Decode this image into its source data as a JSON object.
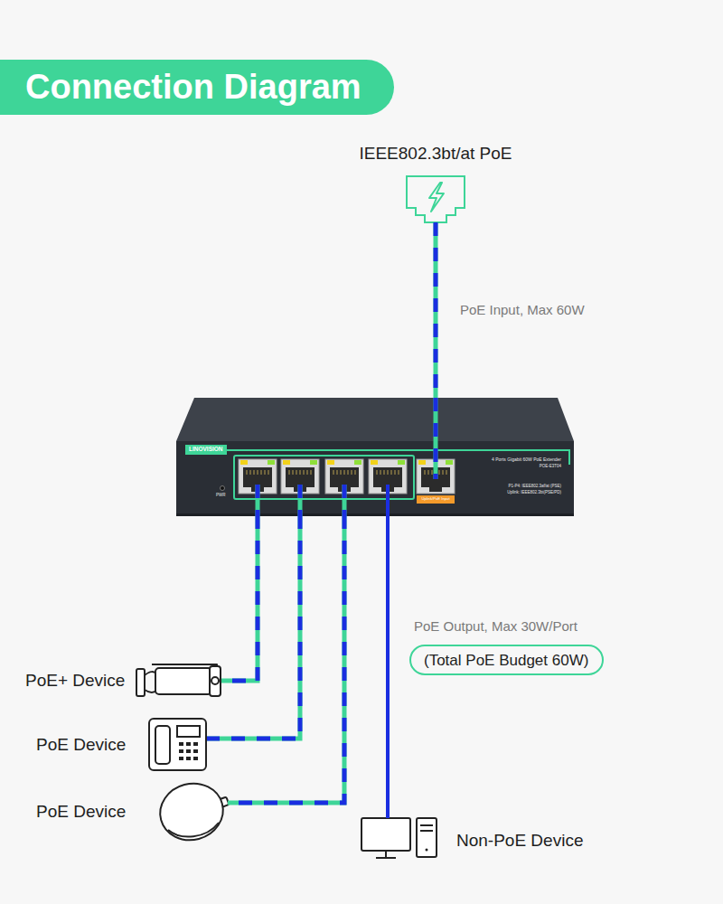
{
  "diagram": {
    "title": "Connection Diagram",
    "nodes": [
      {
        "text": [
          "IEEE802.3bt/at PoE"
        ]
      },
      {
        "text": [
          "4 Ports Gigabit 60W PoE Extender",
          "POE-E3T04",
          "P1-P4: IEEE802.3af/at (PSE)",
          "Uplink: IEEE802.3bt(PSE/PD)",
          "PWR"
        ]
      },
      {
        "text": [
          "LINOVISION"
        ],
        "in": 1
      },
      {
        "text": [
          "Uplink/PoE Input"
        ],
        "in": 1
      },
      {
        "text": [
          "(Total PoE Budget 60W)"
        ]
      },
      {
        "text": [
          "PoE+ Device"
        ]
      },
      {
        "text": [
          "PoE Device"
        ]
      },
      {
        "text": [
          "PoE Device"
        ]
      },
      {
        "text": [
          "Non-PoE Device"
        ]
      }
    ],
    "edges": [
      {
        "from": 0,
        "to": 1,
        "arrow": "none",
        "label": "PoE Input, Max 60W"
      },
      {
        "from": 1,
        "to": 5,
        "arrow": "none"
      },
      {
        "from": 1,
        "to": 6,
        "arrow": "none"
      },
      {
        "from": 1,
        "to": 7,
        "arrow": "none"
      },
      {
        "from": 1,
        "to": 8,
        "arrow": "none"
      }
    ],
    "labels": [
      "PoE Output, Max 30W/Port"
    ]
  }
}
